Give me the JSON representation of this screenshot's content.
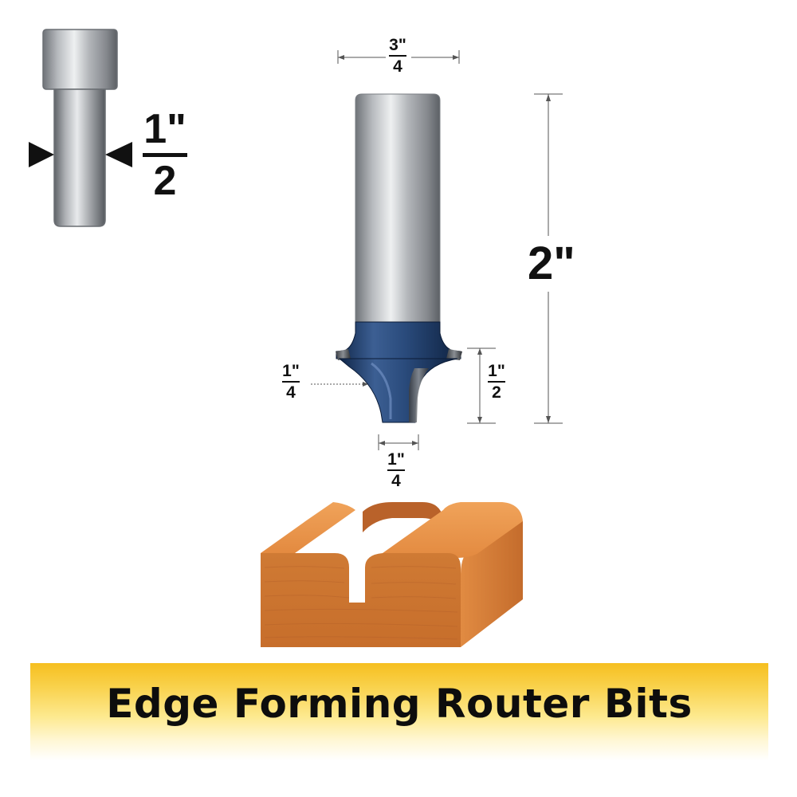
{
  "shank_icon": {
    "diameter": {
      "numerator": "1\"",
      "denominator": "2"
    }
  },
  "dimensions": {
    "cutting_diameter": {
      "numerator": "3\"",
      "denominator": "4"
    },
    "overall_length": "2\"",
    "radius": {
      "numerator": "1\"",
      "denominator": "4"
    },
    "cutting_length": {
      "numerator": "1\"",
      "denominator": "2"
    },
    "pilot_diameter": {
      "numerator": "1\"",
      "denominator": "4"
    }
  },
  "banner": {
    "title": "Edge Forming Router Bits"
  },
  "colors": {
    "steel": "#9ea2a6",
    "cutter_blue": "#1f3f6e",
    "wood": "#d7813a",
    "banner_yellow": "#f6bf1f"
  }
}
